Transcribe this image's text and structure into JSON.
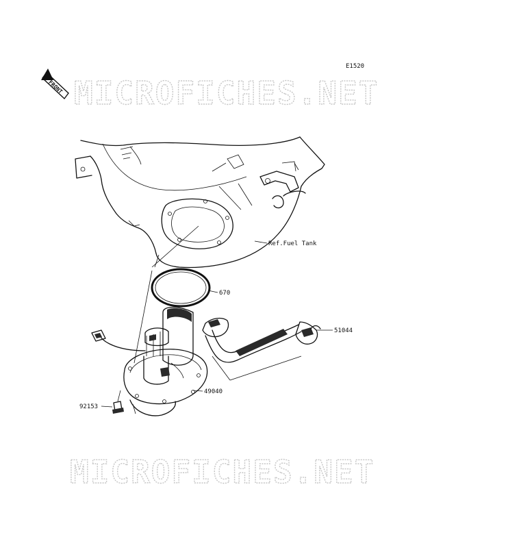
{
  "diagram_code": "E1520",
  "front_arrow_label": "FRONT",
  "watermark_text": "MICROFICHES.NET",
  "callouts": {
    "fuel_tank_ref": "Ref.Fuel Tank",
    "o_ring": "670",
    "hose": "51044",
    "fuel_pump": "49040",
    "bolt": "92153"
  }
}
